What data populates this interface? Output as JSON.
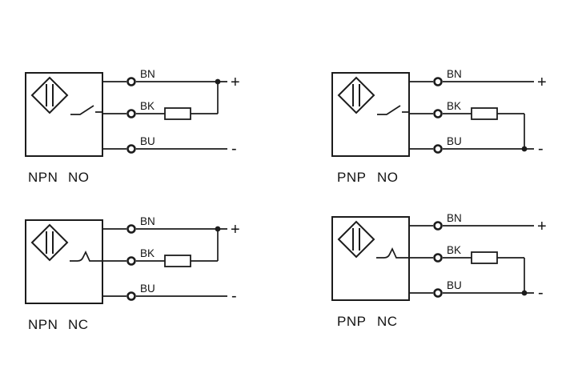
{
  "colors": {
    "line": "#1c1c1c",
    "text": "#141414",
    "background": "#ffffff"
  },
  "diagrams": [
    {
      "transistor": "NPN",
      "contact": "NO",
      "switch_type": "normally-open",
      "load_resistor_connects_to": "+",
      "wires": [
        {
          "label": "BN",
          "polarity": "+"
        },
        {
          "label": "BK"
        },
        {
          "label": "BU",
          "polarity": "-"
        }
      ]
    },
    {
      "transistor": "PNP",
      "contact": "NO",
      "switch_type": "normally-open",
      "load_resistor_connects_to": "-",
      "wires": [
        {
          "label": "BN",
          "polarity": "+"
        },
        {
          "label": "BK"
        },
        {
          "label": "BU",
          "polarity": "-"
        }
      ]
    },
    {
      "transistor": "NPN",
      "contact": "NC",
      "switch_type": "normally-closed",
      "load_resistor_connects_to": "+",
      "wires": [
        {
          "label": "BN",
          "polarity": "+"
        },
        {
          "label": "BK"
        },
        {
          "label": "BU",
          "polarity": "-"
        }
      ]
    },
    {
      "transistor": "PNP",
      "contact": "NC",
      "switch_type": "normally-closed",
      "load_resistor_connects_to": "-",
      "wires": [
        {
          "label": "BN",
          "polarity": "+"
        },
        {
          "label": "BK"
        },
        {
          "label": "BU",
          "polarity": "-"
        }
      ]
    }
  ]
}
